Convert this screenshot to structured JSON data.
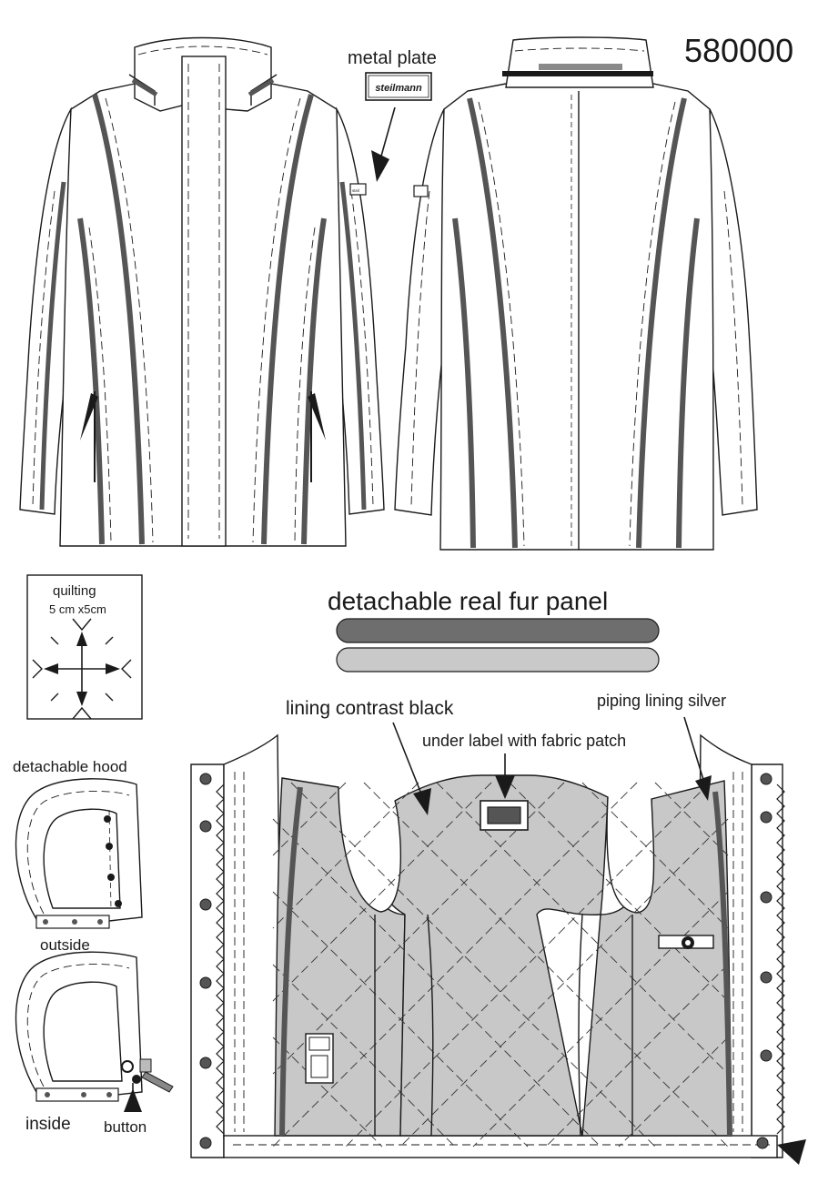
{
  "article_number": "580000",
  "labels": {
    "metal_plate": "metal plate",
    "plate_brand": "steilmann",
    "sleeve_badge": "steil",
    "quilting_title": "quilting",
    "quilting_size": "5 cm x5cm",
    "fur_panel": "detachable real fur panel",
    "lining_contrast": "lining contrast black",
    "under_label": "under label with fabric patch",
    "piping_lining": "piping lining silver",
    "detachable_hood": "detachable hood",
    "outside": "outside",
    "inside": "inside",
    "button": "button"
  },
  "colors": {
    "piping_dark": "#555555",
    "fur_panel_dark": "#6e6e6e",
    "fur_panel_light": "#c9c9c9",
    "lining_fill": "#c8c8c8",
    "collar_band": "#8a8a8a"
  }
}
